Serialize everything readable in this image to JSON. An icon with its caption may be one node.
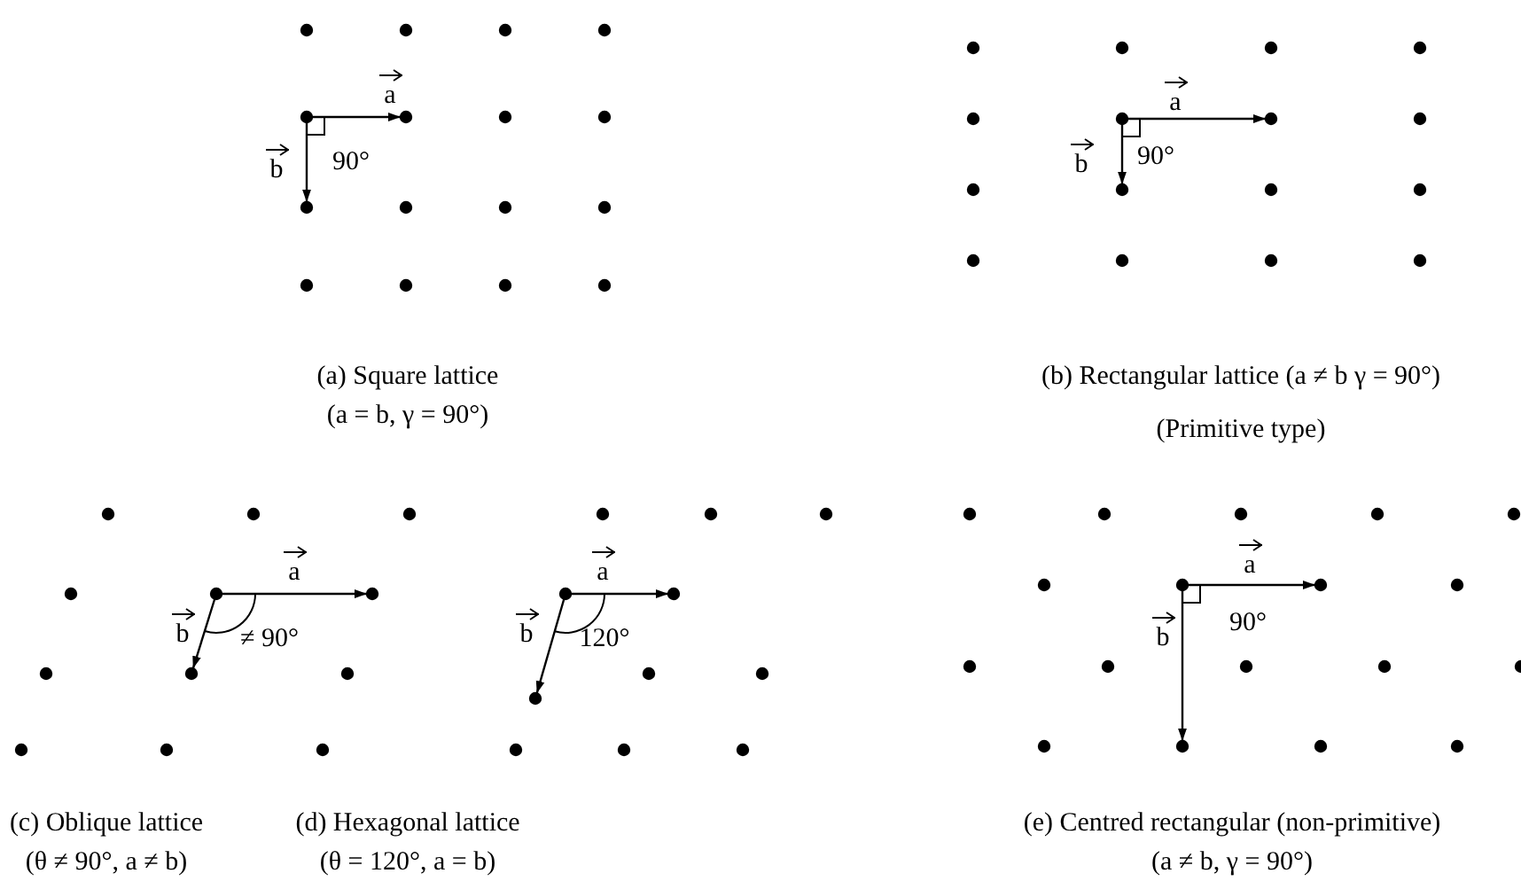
{
  "diagram": {
    "labels": [
      "a",
      "b",
      "90°",
      "a",
      "b",
      "90°",
      "(a) Square lattice",
      "(a = b, γ = 90°)",
      "(b) Rectangular lattice (a ≠ b γ = 90°)",
      "(Primitive type)",
      "a",
      "b",
      "≠ 90°",
      "a",
      "b",
      "120°",
      "a",
      "b",
      "90°",
      "(c) Oblique lattice",
      "(θ ≠ 90°, a ≠ b)",
      "(d) Hexagonal lattice",
      "(θ = 120°, a = b)",
      "(e) Centred rectangular (non-primitive)",
      "(a ≠ b, γ = 90°)"
    ]
  }
}
